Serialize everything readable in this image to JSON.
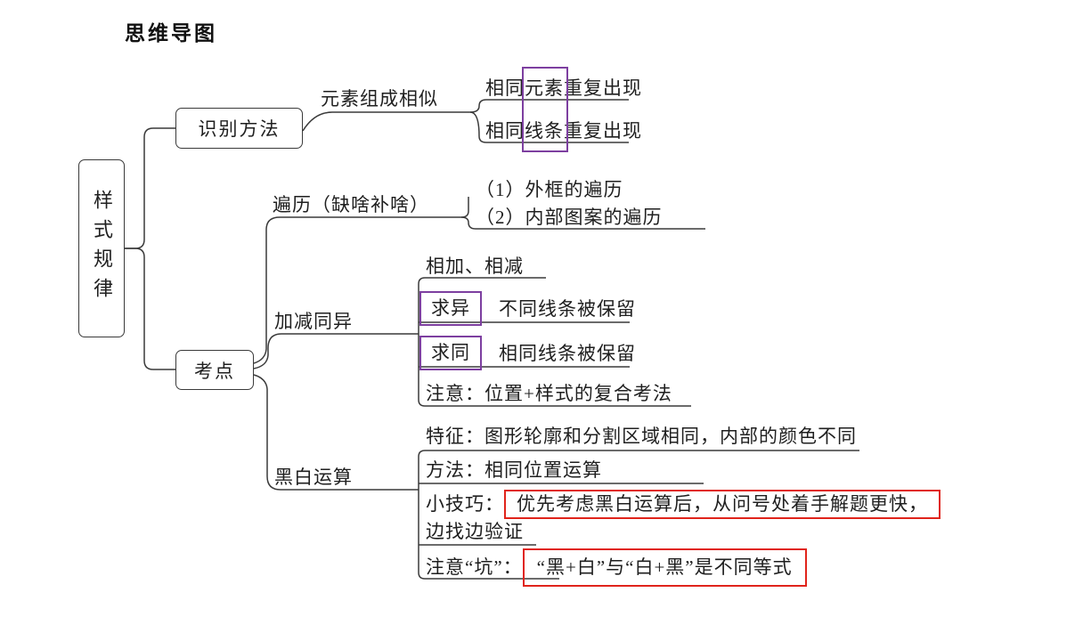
{
  "title": "思维导图",
  "root": {
    "label": "样式规律"
  },
  "recognition": {
    "label": "识别方法",
    "method": "元素组成相似",
    "leaf1": "相同元素重复出现",
    "leaf2": "相同线条重复出现"
  },
  "kaodian": {
    "label": "考点",
    "traversal": {
      "label": "遍历（缺啥补啥）",
      "leaf1": "（1）外框的遍历",
      "leaf2": "（2）内部图案的遍历"
    },
    "addsub": {
      "label": "加减同异",
      "leaf1": "相加、相减",
      "qiuyi": "求异",
      "qiuyi_desc": "不同线条被保留",
      "qiutong": "求同",
      "qiutong_desc": "相同线条被保留",
      "note": "注意：位置+样式的复合考法"
    },
    "blackwhite": {
      "label": "黑白运算",
      "feature": "特征：图形轮廓和分割区域相同，内部的颜色不同",
      "method": "方法：相同位置运算",
      "tip_label": "小技巧：",
      "tip_boxed": "优先考虑黑白运算后，从问号处着手解题更快，",
      "tip_line2": "边找边验证",
      "trap_label": "注意“坑”：",
      "trap_boxed": "“黑+白”与“白+黑”是不同等式"
    }
  },
  "colors": {
    "line": "#3a3a3a",
    "text": "#1f1f1f",
    "highlight_purple": "#7d3fa0",
    "highlight_red": "#e0241b"
  }
}
